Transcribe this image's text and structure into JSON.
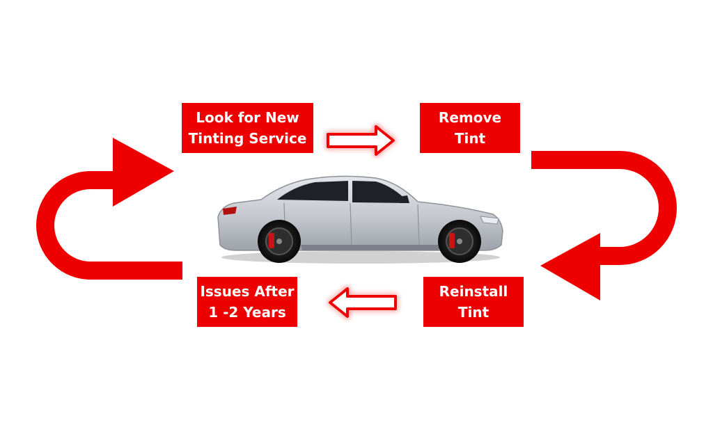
{
  "colors": {
    "accent": "#ee0000",
    "arrow_outline": "#ee0000",
    "arrow_glow": "#ff4a4a",
    "background": "#ffffff",
    "car_body": "#c9ccd2"
  },
  "steps": [
    {
      "id": "look",
      "line1": "Look for New",
      "line2": "Tinting Service"
    },
    {
      "id": "remove",
      "line1": "Remove",
      "line2": "Tint"
    },
    {
      "id": "reinstall",
      "line1": "Reinstall",
      "line2": "Tint"
    },
    {
      "id": "issues",
      "line1": "Issues After",
      "line2": "1 -2 Years"
    }
  ],
  "icons": {
    "top_arrow": "arrow-right-icon",
    "bottom_arrow": "arrow-left-icon",
    "left_loop": "u-turn-up-right-icon",
    "right_loop": "u-turn-down-left-icon",
    "car": "sedan-car-icon"
  }
}
